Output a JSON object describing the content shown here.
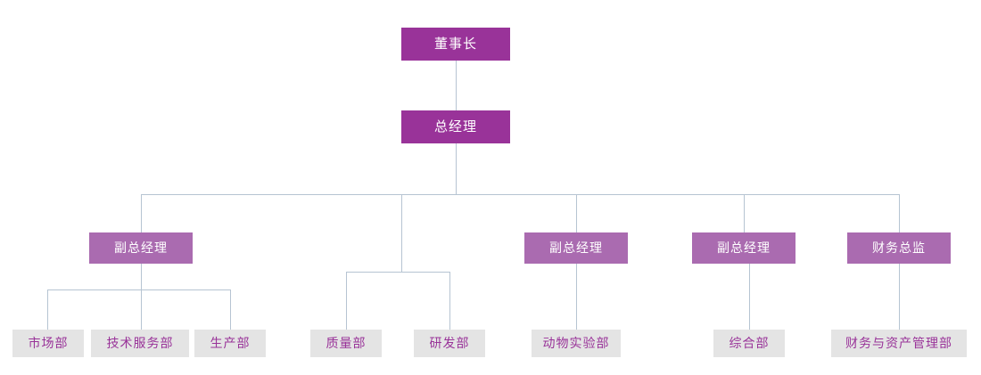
{
  "chart": {
    "type": "org-chart",
    "title": "",
    "colors": {
      "level1_bg": "#993399",
      "level1_text": "#ffffff",
      "level2_bg": "#aa6bb0",
      "level2_text": "#ffffff",
      "level3_bg": "#e4e4e4",
      "level3_text": "#993399",
      "connector": "#b6c4d2",
      "page_bg": "#ffffff"
    },
    "levels": {
      "level1": [
        {
          "id": "chairman",
          "label": "董事长"
        },
        {
          "id": "general-manager",
          "label": "总经理"
        }
      ],
      "level2": [
        {
          "id": "deputy-gm-1",
          "label": "副总经理"
        },
        {
          "id": "deputy-gm-2",
          "label": "副总经理"
        },
        {
          "id": "deputy-gm-3",
          "label": "副总经理"
        },
        {
          "id": "cfo",
          "label": "财务总监"
        }
      ],
      "level3": [
        {
          "id": "marketing",
          "label": "市场部"
        },
        {
          "id": "tech-service",
          "label": "技术服务部"
        },
        {
          "id": "production",
          "label": "生产部"
        },
        {
          "id": "quality",
          "label": "质量部"
        },
        {
          "id": "rnd",
          "label": "研发部"
        },
        {
          "id": "animal-lab",
          "label": "动物实验部"
        },
        {
          "id": "general-affairs",
          "label": "综合部"
        },
        {
          "id": "finance-asset",
          "label": "财务与资产管理部"
        }
      ]
    }
  }
}
